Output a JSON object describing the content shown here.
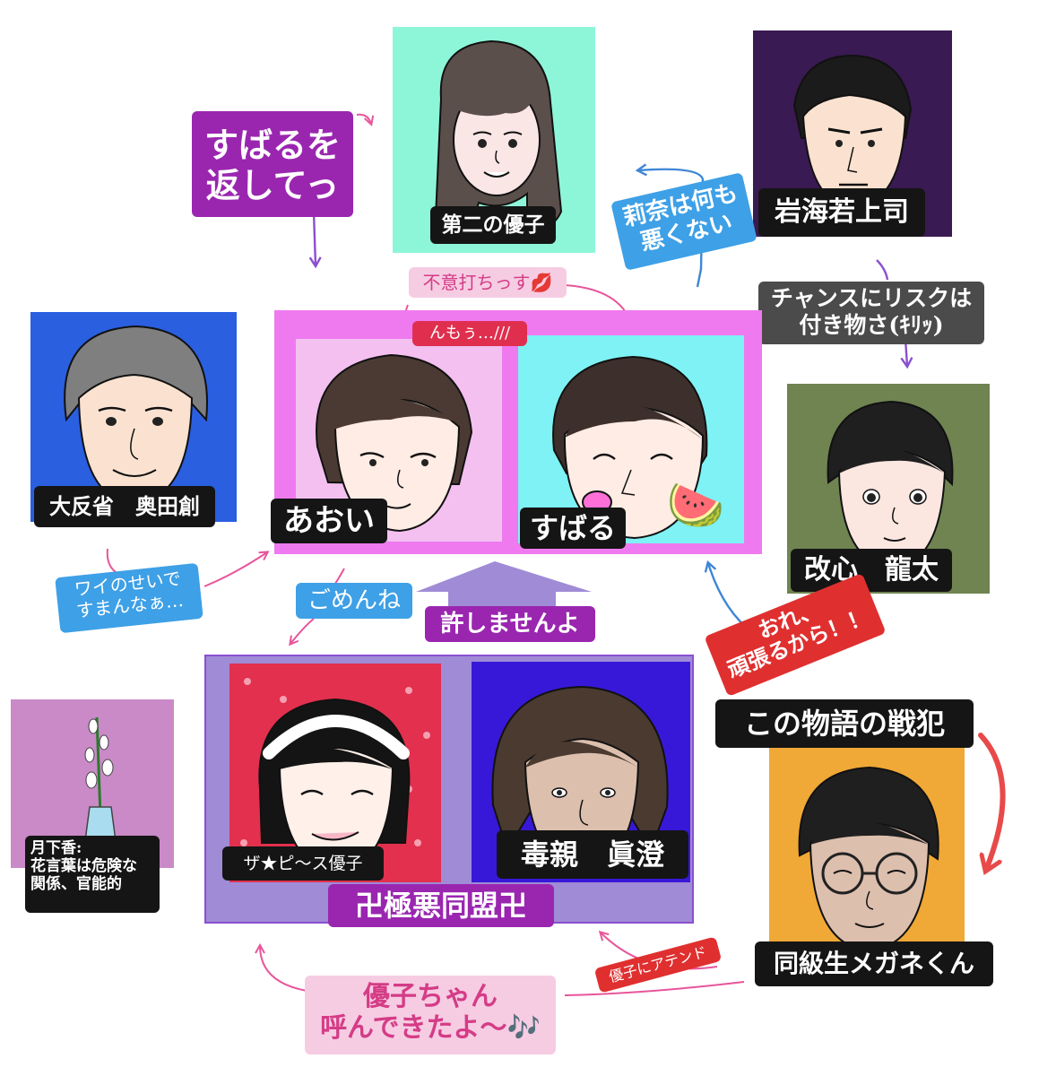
{
  "colors": {
    "pink_arrow": "#e8559a",
    "blue_arrow": "#3e86d6",
    "purple_arrow": "#8a4fd0",
    "red_arrow": "#e84a4a",
    "couple_frame": "#ef7af0",
    "alliance_frame": "#a08bd6"
  },
  "characters": {
    "second_yuko": {
      "name": "第二の優子",
      "bg": "#8ef6d8",
      "icon": "long-hair-woman-icon"
    },
    "iwami": {
      "name": "岩海若上司",
      "bg": "#3a1a52",
      "icon": "short-hair-man-icon"
    },
    "okuda": {
      "name": "大反省　奥田創",
      "bg": "#2a5fe0",
      "icon": "gray-hair-man-icon"
    },
    "aoi": {
      "name": "あおい",
      "bg": "#f4c0f0",
      "icon": "bob-hair-woman-icon"
    },
    "subaru": {
      "name": "すばる",
      "bg": "#7ef2f4",
      "icon": "smiling-man-icon"
    },
    "ryuta": {
      "name": "改心　龍太",
      "bg": "#6f8451",
      "icon": "curly-hair-man-icon"
    },
    "the_peace_yuko": {
      "name": "ザ★ピ～ス優子",
      "bg": "#e2304e",
      "icon": "headband-woman-icon"
    },
    "masumi": {
      "name": "毒親　眞澄",
      "bg": "#3818d8",
      "icon": "messy-hair-woman-icon"
    },
    "glasses_kun": {
      "name": "同級生メガネくん",
      "bg": "#f0a836",
      "icon": "glasses-man-icon"
    }
  },
  "flower": {
    "caption": "月下香:\n花言葉は危険な\n関係、官能的",
    "bg": "#c98ac7",
    "icon": "tuberose-vase-icon"
  },
  "groups": {
    "alliance": {
      "label": "卍極悪同盟卍"
    }
  },
  "speech": {
    "give_back_subaru": "すばるを\n返してっ",
    "rina_not_bad": "莉奈は何も\n悪くない",
    "chance_risk": "チャンスにリスクは\n付き物さ(ｷﾘｯ)",
    "surprise_kiss": "不意打ちっす💋",
    "nmou": "んもぅ…///",
    "sorry_wai": "ワイのせいで\nすまんなぁ…",
    "gomenne": "ごめんね",
    "not_forgive": "許しませんよ",
    "ore_ganbaru": "おれ、\n頑張るから！！",
    "war_criminal": "この物語の戦犯",
    "attend_yuko": "優子にアテンド",
    "called_yuko": "優子ちゃん\n呼んできたよ〜🎶"
  },
  "emoji": {
    "watermelon": "🍉"
  }
}
